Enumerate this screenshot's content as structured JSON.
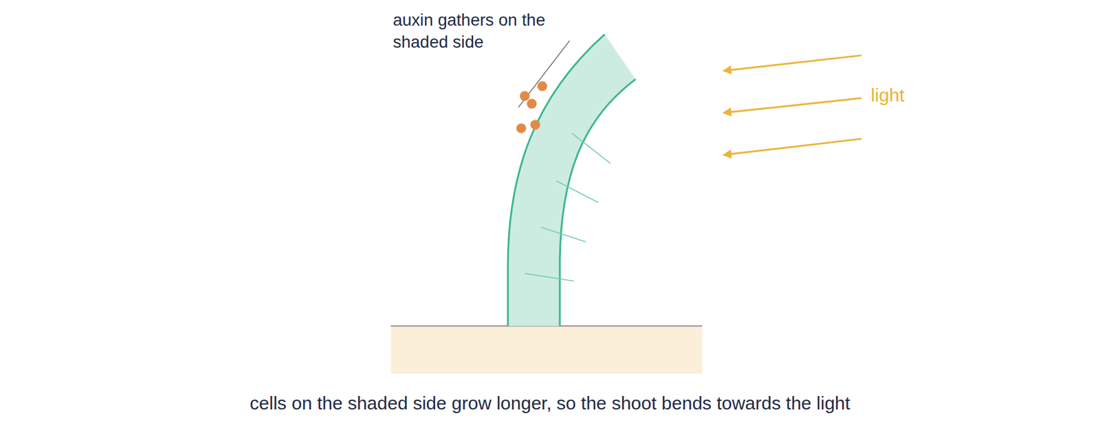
{
  "diagram": {
    "caption": "cells on the shaded side grow longer, so the shoot bends towards the light",
    "labels": [
      "auxin gathers on the shaded side",
      "light"
    ]
  }
}
